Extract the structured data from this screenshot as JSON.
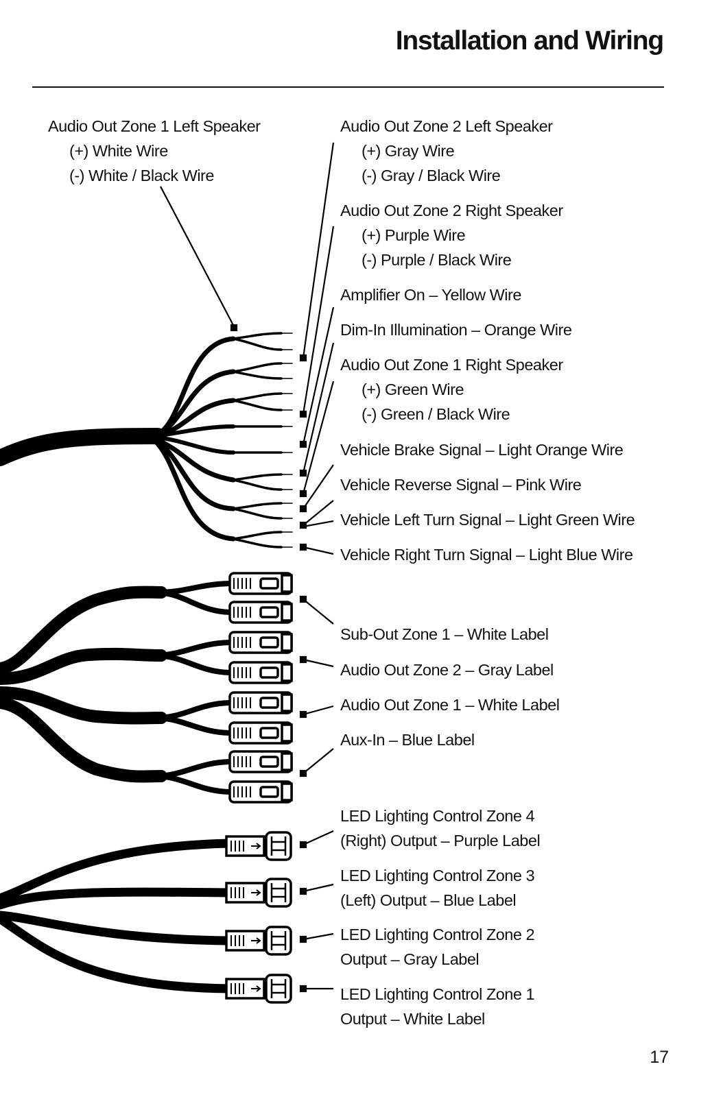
{
  "header": {
    "title": "Installation and Wiring"
  },
  "labels": {
    "zone1_left": {
      "title": "Audio Out Zone 1 Left Speaker",
      "pos": "(+) White Wire",
      "neg": "(-) White / Black Wire"
    },
    "zone2_left": {
      "title": "Audio Out Zone 2 Left Speaker",
      "pos": "(+) Gray Wire",
      "neg": "(-) Gray / Black Wire"
    },
    "zone2_right": {
      "title": "Audio Out Zone 2 Right Speaker",
      "pos": "(+) Purple Wire",
      "neg": "(-) Purple / Black Wire"
    },
    "amp_on": "Amplifier On – Yellow Wire",
    "dim_in": "Dim-In Illumination – Orange Wire",
    "zone1_right": {
      "title": "Audio Out Zone 1 Right Speaker",
      "pos": "(+) Green Wire",
      "neg": "(-) Green / Black Wire"
    },
    "brake": "Vehicle Brake Signal – Light Orange Wire",
    "reverse": "Vehicle Reverse Signal – Pink Wire",
    "left_turn": "Vehicle Left Turn Signal – Light Green Wire",
    "right_turn": "Vehicle Right Turn Signal – Light Blue Wire",
    "sub_out": "Sub-Out Zone 1 – White Label",
    "audio_out_2": "Audio Out Zone 2 – Gray Label",
    "audio_out_1": "Audio Out Zone 1 – White Label",
    "aux_in": "Aux-In – Blue Label",
    "led4": {
      "line1": "LED Lighting Control Zone 4",
      "line2": "(Right) Output – Purple Label"
    },
    "led3": {
      "line1": "LED Lighting Control Zone 3",
      "line2": "(Left) Output – Blue Label"
    },
    "led2": {
      "line1": "LED Lighting Control Zone 2",
      "line2": "Output – Gray Label"
    },
    "led1": {
      "line1": "LED Lighting Control Zone 1",
      "line2": "Output – White Label"
    }
  },
  "footer": {
    "page_number": "17"
  }
}
